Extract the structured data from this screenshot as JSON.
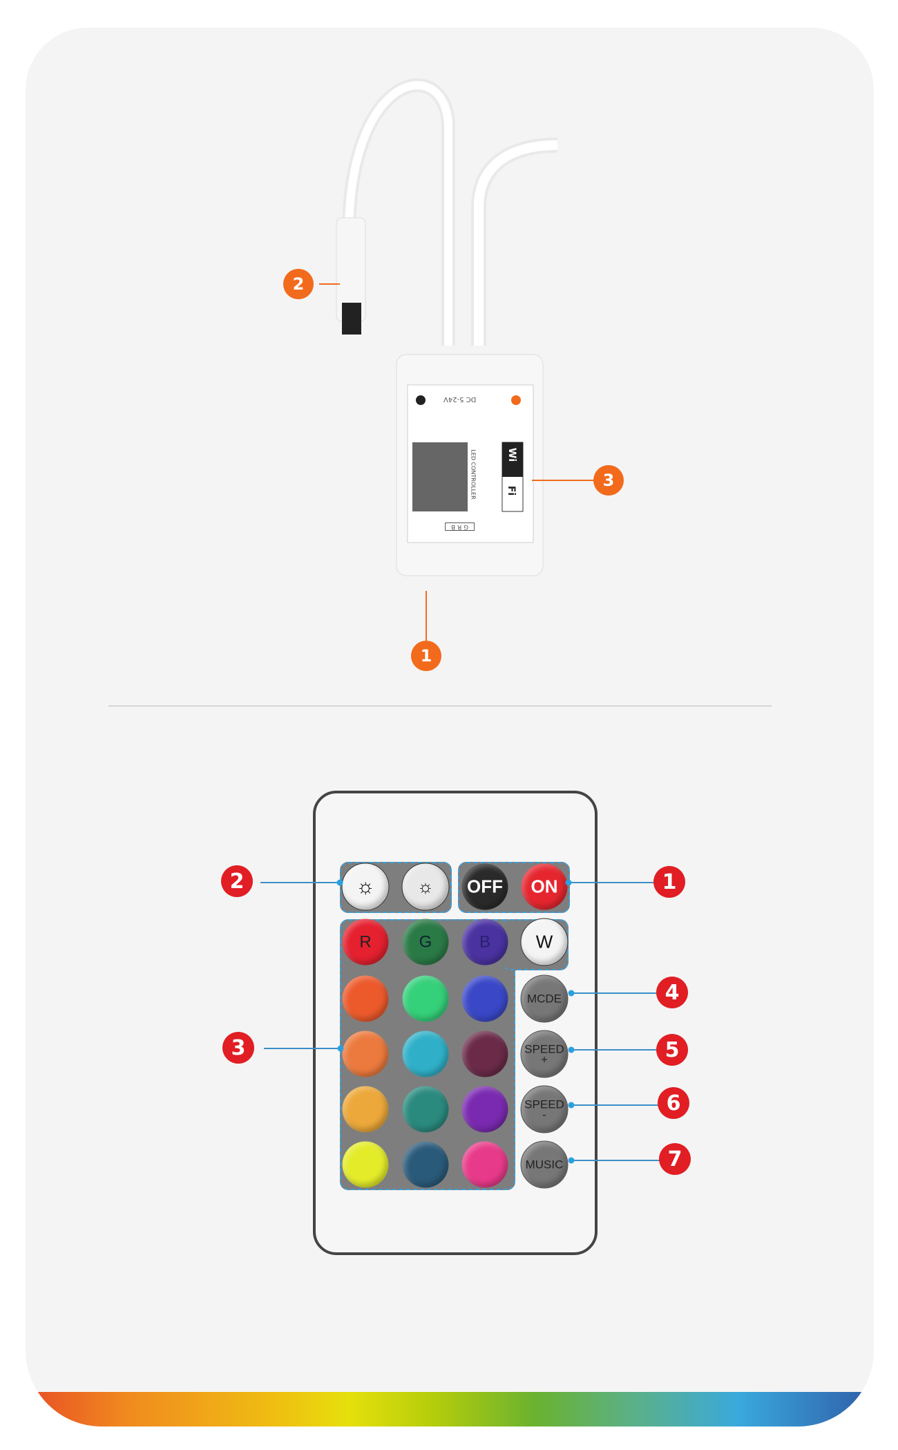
{
  "controller": {
    "callouts": [
      "1",
      "2",
      "3"
    ],
    "label": {
      "voltage": "DC 5-24V",
      "title": "LED CONTROLLER",
      "badge_wi": "Wi",
      "badge_fi": "Fi",
      "pins": "G R B"
    },
    "accent_color": "#f26a1b"
  },
  "remote": {
    "callouts": [
      "1",
      "2",
      "3",
      "4",
      "5",
      "6",
      "7"
    ],
    "accent_color": "#e01e24",
    "buttons": {
      "brightness_up": "brightness-up-icon",
      "brightness_down": "brightness-down-icon",
      "off": "OFF",
      "on": "ON",
      "r": "R",
      "g": "G",
      "b": "B",
      "w": "W",
      "mode": "MCDE",
      "speed_up": "SPEED",
      "speed_up_sign": "+",
      "speed_down": "SPEED",
      "speed_down_sign": "-",
      "music": "MUSIC"
    },
    "color_grid": [
      "#ec5a2c",
      "#35d07a",
      "#3a48c8",
      "#ec7a3e",
      "#2fb0c8",
      "#6a2a48",
      "#eca83a",
      "#2a8a7e",
      "#7a2ab0",
      "#e4ec2a",
      "#2a5a7a",
      "#e83a8a"
    ]
  },
  "rainbow_colors": [
    "#e84e25",
    "#efc011",
    "#e6e00c",
    "#6ab22f",
    "#3aa9dc",
    "#2f5ea8"
  ]
}
